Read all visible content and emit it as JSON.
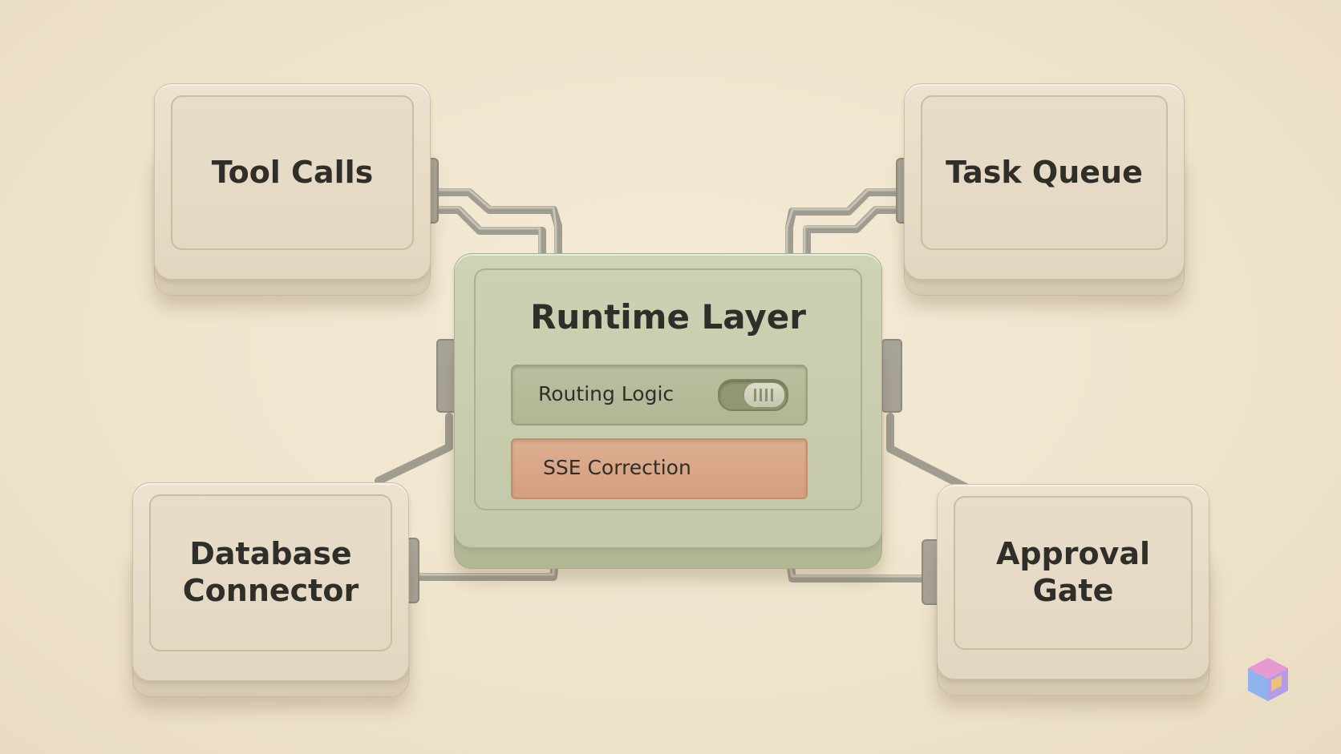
{
  "modules": {
    "tool_calls": {
      "label": "Tool Calls"
    },
    "task_queue": {
      "label": "Task Queue"
    },
    "database_connector": {
      "label": "Database\nConnector"
    },
    "approval_gate": {
      "label": "Approval\nGate"
    }
  },
  "runtime": {
    "title": "Runtime Layer",
    "routing_label": "Routing Logic",
    "routing_toggle_on": true,
    "sse_label": "SSE Correction"
  },
  "colors": {
    "background": "#efe3cb",
    "module": "#e6dbc6",
    "runtime": "#c8cdae",
    "sse": "#d8a788",
    "connector": "#a8a497",
    "text": "#2f2e28"
  },
  "icons": {
    "watermark": "cube-logo-icon"
  }
}
